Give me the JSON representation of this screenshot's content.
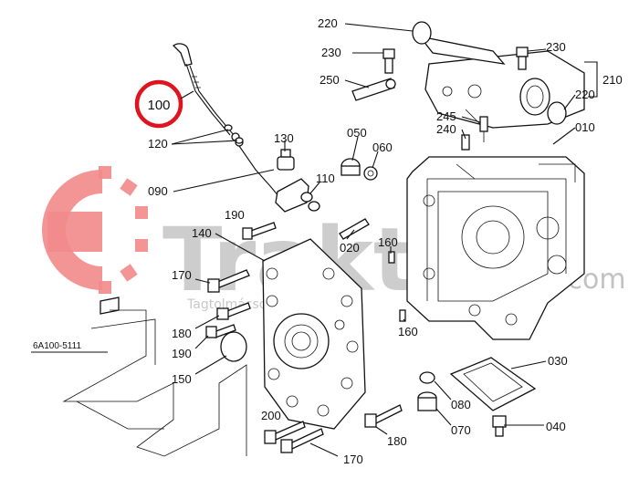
{
  "watermark": {
    "brand": "Trakt",
    "tagline": "Tagtolmácsoló",
    "domain_suffix": ".com",
    "brand_color": "#f28a8a"
  },
  "highlight": {
    "label": "100",
    "color": "#e0141e"
  },
  "ref_code": "6A100-5111",
  "callouts": [
    {
      "id": "220a",
      "text": "220"
    },
    {
      "id": "230a",
      "text": "230"
    },
    {
      "id": "230b",
      "text": "230"
    },
    {
      "id": "250",
      "text": "250"
    },
    {
      "id": "210",
      "text": "210"
    },
    {
      "id": "220b",
      "text": "220"
    },
    {
      "id": "245",
      "text": "245"
    },
    {
      "id": "240",
      "text": "240"
    },
    {
      "id": "010",
      "text": "010"
    },
    {
      "id": "120",
      "text": "120"
    },
    {
      "id": "130",
      "text": "130"
    },
    {
      "id": "050",
      "text": "050"
    },
    {
      "id": "060",
      "text": "060"
    },
    {
      "id": "090",
      "text": "090"
    },
    {
      "id": "110",
      "text": "110"
    },
    {
      "id": "190a",
      "text": "190"
    },
    {
      "id": "140",
      "text": "140"
    },
    {
      "id": "020",
      "text": "020"
    },
    {
      "id": "160a",
      "text": "160"
    },
    {
      "id": "170a",
      "text": "170"
    },
    {
      "id": "160b",
      "text": "160"
    },
    {
      "id": "180a",
      "text": "180"
    },
    {
      "id": "190b",
      "text": "190"
    },
    {
      "id": "150",
      "text": "150"
    },
    {
      "id": "030",
      "text": "030"
    },
    {
      "id": "080",
      "text": "080"
    },
    {
      "id": "200",
      "text": "200"
    },
    {
      "id": "070",
      "text": "070"
    },
    {
      "id": "040",
      "text": "040"
    },
    {
      "id": "180b",
      "text": "180"
    },
    {
      "id": "170b",
      "text": "170"
    }
  ]
}
